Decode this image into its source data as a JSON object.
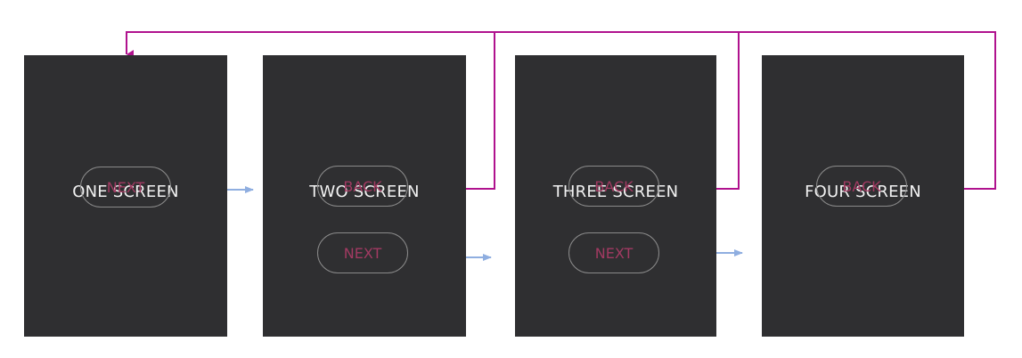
{
  "screens": [
    {
      "title": "ONE SCREEN",
      "buttons": {
        "next": "NEXT"
      }
    },
    {
      "title": "TWO SCREEN",
      "buttons": {
        "back": "BACK",
        "next": "NEXT"
      }
    },
    {
      "title": "THREE SCREEN",
      "buttons": {
        "back": "BACK",
        "next": "NEXT"
      }
    },
    {
      "title": "FOUR SCREEN",
      "buttons": {
        "back": "BACK"
      }
    }
  ],
  "colors": {
    "screen_bg": "#2f2f31",
    "button_text": "#a23a62",
    "forward_arrow": "#8faee0",
    "back_arrow": "#b0128e"
  },
  "links": [
    {
      "type": "forward",
      "from": "ONE SCREEN / NEXT",
      "to": "TWO SCREEN"
    },
    {
      "type": "forward",
      "from": "TWO SCREEN / NEXT",
      "to": "THREE SCREEN"
    },
    {
      "type": "forward",
      "from": "THREE SCREEN / NEXT",
      "to": "FOUR SCREEN"
    },
    {
      "type": "back",
      "from": "TWO SCREEN / BACK",
      "to": "ONE SCREEN"
    },
    {
      "type": "back",
      "from": "THREE SCREEN / BACK",
      "to": "ONE SCREEN"
    },
    {
      "type": "back",
      "from": "FOUR SCREEN / BACK",
      "to": "ONE SCREEN"
    }
  ]
}
